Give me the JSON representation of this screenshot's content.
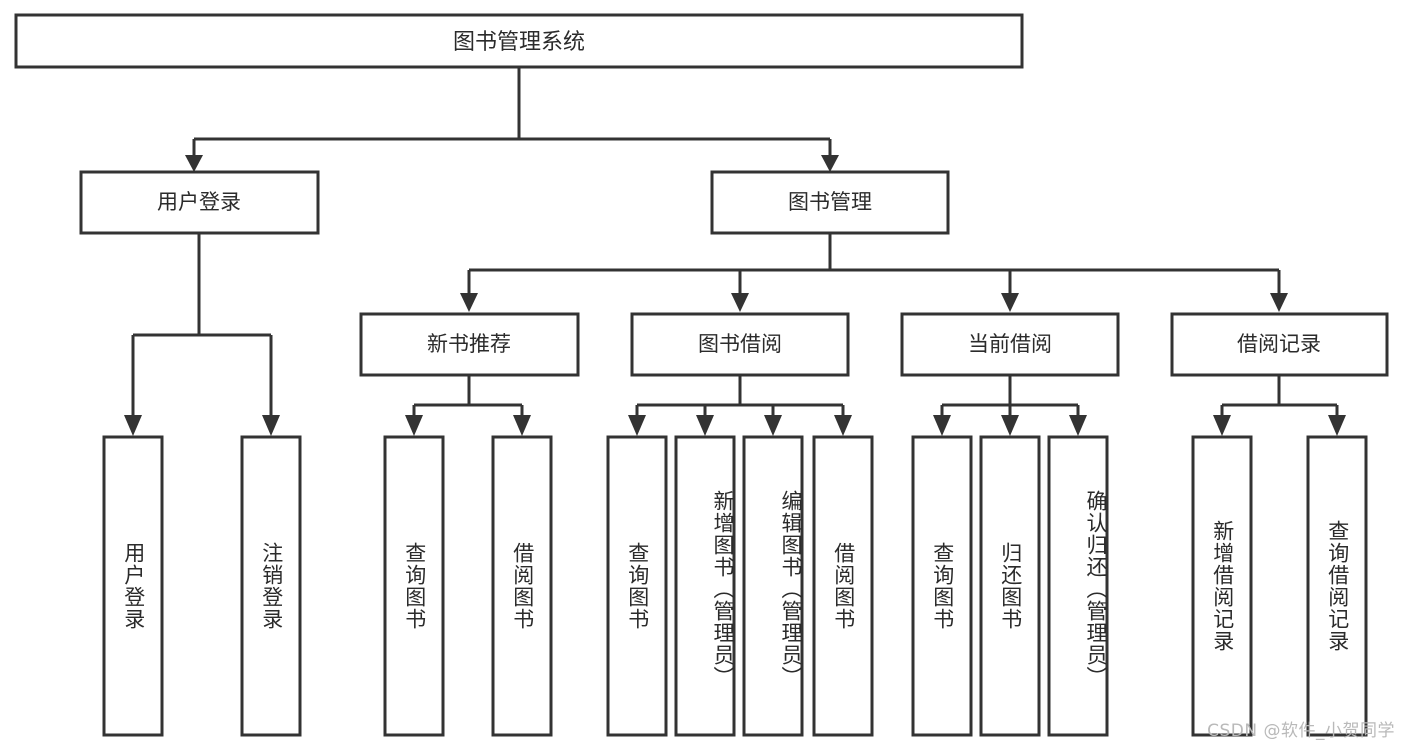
{
  "diagram": {
    "type": "hierarchy-tree",
    "title_node": {
      "label": "图书管理系统"
    },
    "level2": [
      {
        "id": "user-login",
        "label": "用户登录"
      },
      {
        "id": "book-management",
        "label": "图书管理"
      }
    ],
    "level3": [
      {
        "id": "new-book-recommend",
        "label": "新书推荐",
        "parent": "book-management"
      },
      {
        "id": "book-borrow",
        "label": "图书借阅",
        "parent": "book-management"
      },
      {
        "id": "current-borrow",
        "label": "当前借阅",
        "parent": "book-management"
      },
      {
        "id": "borrow-record",
        "label": "借阅记录",
        "parent": "book-management"
      }
    ],
    "leaves": {
      "user_login": [
        {
          "id": "leaf-user-login",
          "label": "用户登录"
        },
        {
          "id": "leaf-logout-login",
          "label": "注销登录"
        }
      ],
      "new_book_recommend": [
        {
          "id": "leaf-query-book-1",
          "label": "查询图书"
        },
        {
          "id": "leaf-borrow-book-1",
          "label": "借阅图书"
        }
      ],
      "book_borrow": [
        {
          "id": "leaf-query-book-2",
          "label": "查询图书"
        },
        {
          "id": "leaf-add-book",
          "label": "新增图书（管理员）"
        },
        {
          "id": "leaf-edit-book",
          "label": "编辑图书（管理员）"
        },
        {
          "id": "leaf-borrow-book-2",
          "label": "借阅图书"
        }
      ],
      "current_borrow": [
        {
          "id": "leaf-query-book-3",
          "label": "查询图书"
        },
        {
          "id": "leaf-return-book",
          "label": "归还图书"
        },
        {
          "id": "leaf-confirm-return",
          "label": "确认归还（管理员）"
        }
      ],
      "borrow_record": [
        {
          "id": "leaf-add-borrow-record",
          "label": "新增借阅记录"
        },
        {
          "id": "leaf-query-borrow-record",
          "label": "查询借阅记录"
        }
      ]
    },
    "colors": {
      "stroke": "#333333",
      "fill": "#ffffff",
      "text": "#2b2b2b",
      "watermark": "#b9b9b9"
    }
  },
  "watermark": {
    "text": "CSDN @软件_小贺同学"
  }
}
